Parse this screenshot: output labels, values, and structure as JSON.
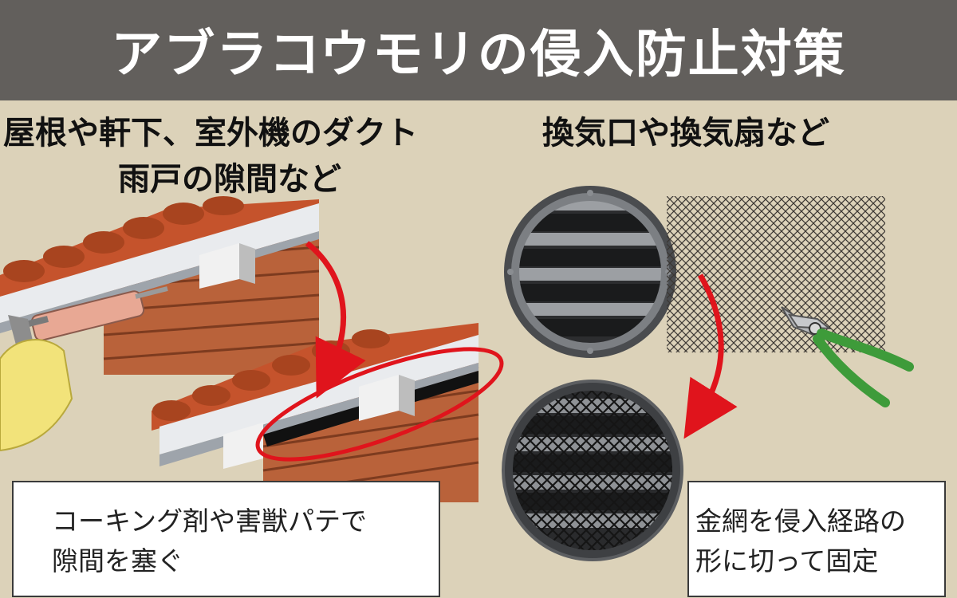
{
  "banner": {
    "title": "アブラコウモリの侵入防止対策"
  },
  "left_section": {
    "heading_line1": "屋根や軒下、室外機のダクト",
    "heading_line2": "雨戸の隙間など",
    "caption_line1": "コーキング剤や害獣パテで",
    "caption_line2": "隙間を塞ぐ"
  },
  "right_section": {
    "heading": "換気口や換気扇など",
    "caption_line1": "金網を侵入経路の",
    "caption_line2": "形に切って固定"
  },
  "colors": {
    "banner": "#625f5c",
    "background": "#dcd2b9",
    "arrow": "#e0141c"
  }
}
